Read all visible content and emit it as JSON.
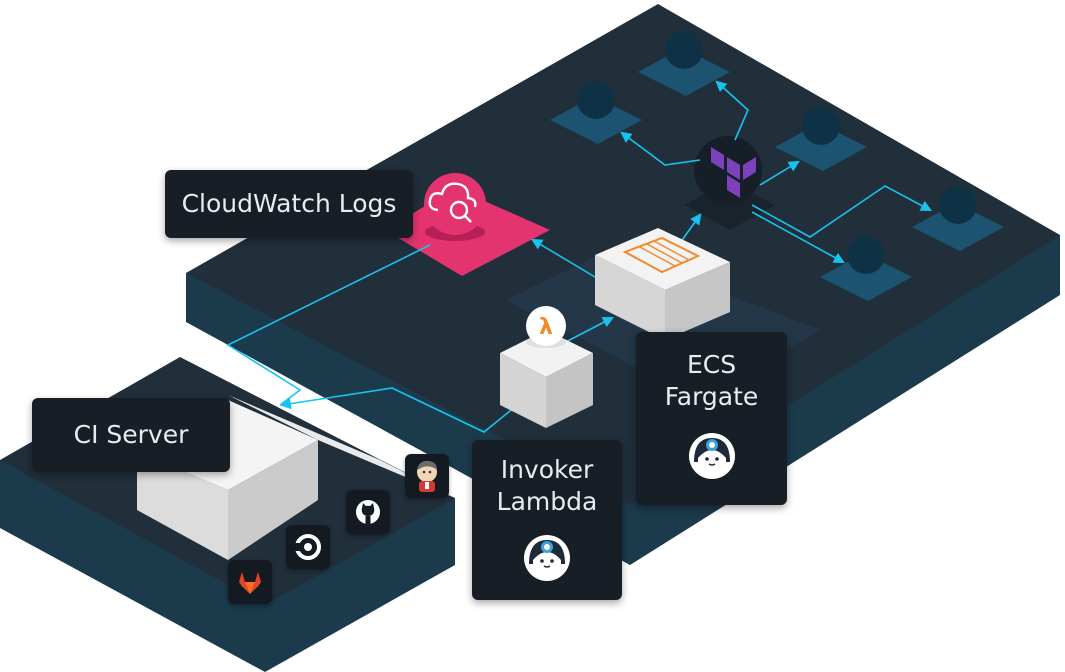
{
  "nodes": {
    "cloudwatch": {
      "label": "CloudWatch Logs",
      "icon": "cloudwatch-search-icon"
    },
    "ci_server": {
      "label": "CI Server"
    },
    "invoker_lambda": {
      "label": "Invoker\nLambda",
      "icon": "lambda-icon",
      "status_icon": "mascot-icon"
    },
    "ecs_fargate": {
      "label": "ECS\nFargate",
      "status_icon": "mascot-icon"
    },
    "terraform": {
      "icon": "terraform-icon"
    }
  },
  "ci_integrations": [
    {
      "name": "jenkins",
      "icon": "jenkins-icon"
    },
    {
      "name": "github",
      "icon": "github-icon"
    },
    {
      "name": "circleci",
      "icon": "circleci-icon"
    },
    {
      "name": "gitlab",
      "icon": "gitlab-icon"
    }
  ],
  "colors": {
    "platform_top": "#212f3b",
    "platform_side": "#1b3a4b",
    "accent_line": "#18c3f0",
    "cloudwatch": "#e4346f",
    "target_node": "#1b5371"
  }
}
